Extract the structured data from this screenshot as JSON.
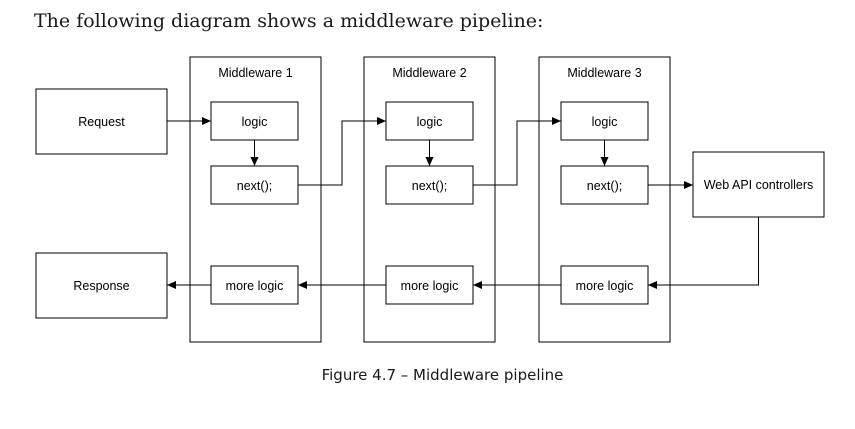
{
  "intro": "The following diagram shows a middleware pipeline:",
  "caption": "Figure 4.7 – Middleware pipeline",
  "diagram": {
    "request": "Request",
    "response": "Response",
    "controllers": "Web API controllers",
    "middlewares": [
      {
        "title": "Middleware 1",
        "logic": "logic",
        "next": "next();",
        "more": "more logic"
      },
      {
        "title": "Middleware 2",
        "logic": "logic",
        "next": "next();",
        "more": "more logic"
      },
      {
        "title": "Middleware 3",
        "logic": "logic",
        "next": "next();",
        "more": "more logic"
      }
    ]
  }
}
